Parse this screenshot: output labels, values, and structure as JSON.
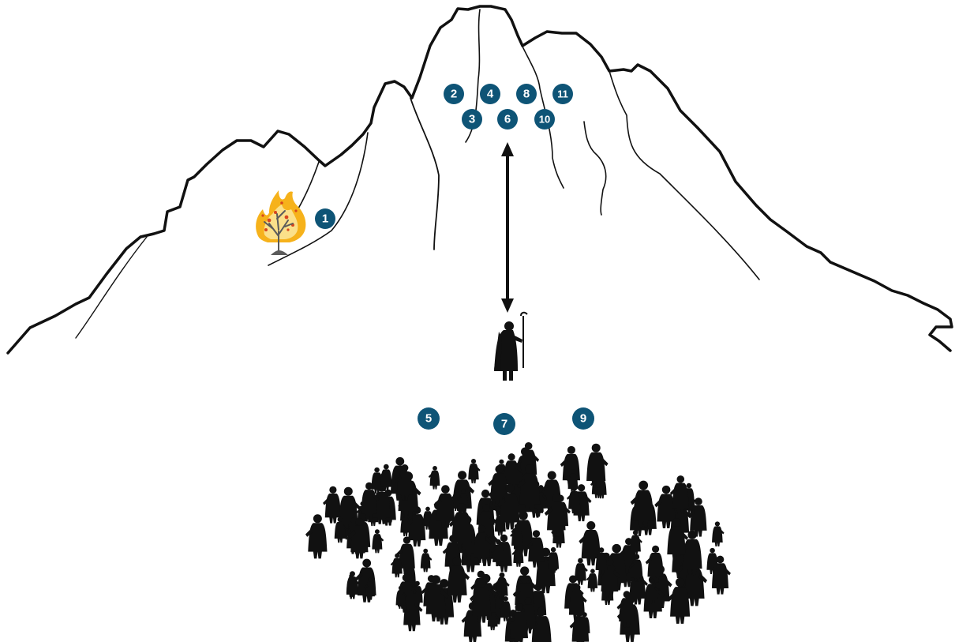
{
  "colors": {
    "marker": "#0e5476",
    "marker_text": "#ffffff",
    "outline": "#111111",
    "flame_outer": "#f6b21b",
    "flame_inner": "#fbe08a",
    "flame_red": "#d8461e",
    "tree": "#5b5b5b"
  },
  "markers": [
    {
      "id": "m1",
      "label": "1"
    },
    {
      "id": "m2",
      "label": "2"
    },
    {
      "id": "m3",
      "label": "3"
    },
    {
      "id": "m4",
      "label": "4"
    },
    {
      "id": "m5",
      "label": "5"
    },
    {
      "id": "m6",
      "label": "6"
    },
    {
      "id": "m7",
      "label": "7"
    },
    {
      "id": "m8",
      "label": "8"
    },
    {
      "id": "m9",
      "label": "9"
    },
    {
      "id": "m10",
      "label": "10"
    },
    {
      "id": "m11",
      "label": "11"
    }
  ],
  "icons": {
    "bush": "burning-bush-icon",
    "figure": "moses-figure-icon",
    "arrow": "double-arrow-icon",
    "crowd": "people-crowd-icon"
  }
}
